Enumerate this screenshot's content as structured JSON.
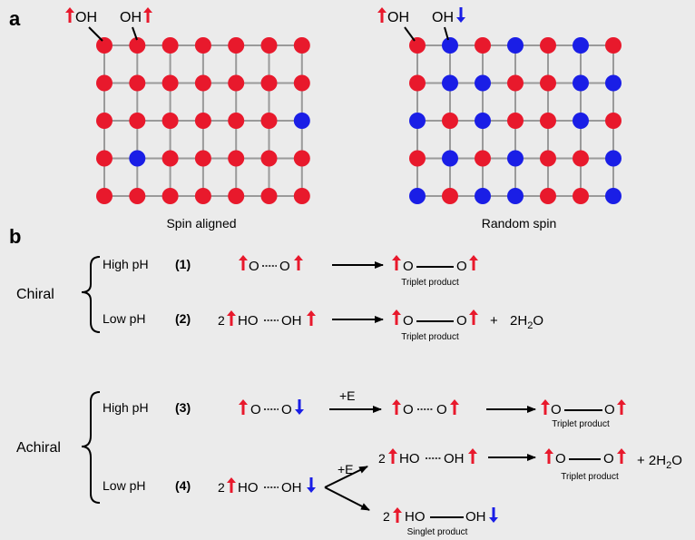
{
  "panel_a": {
    "label": "a",
    "left_lattice": {
      "caption": "Spin aligned",
      "oh_labels": [
        "OH",
        "OH"
      ],
      "oh_spins": [
        "up",
        "up"
      ],
      "rows": [
        [
          "red",
          "red",
          "red",
          "red",
          "red",
          "red",
          "red"
        ],
        [
          "red",
          "red",
          "red",
          "red",
          "red",
          "red",
          "red"
        ],
        [
          "red",
          "red",
          "red",
          "red",
          "red",
          "red",
          "blue"
        ],
        [
          "red",
          "blue",
          "red",
          "red",
          "red",
          "red",
          "red"
        ],
        [
          "red",
          "red",
          "red",
          "red",
          "red",
          "red",
          "red"
        ]
      ]
    },
    "right_lattice": {
      "caption": "Random spin",
      "oh_labels": [
        "OH",
        "OH"
      ],
      "oh_spins": [
        "up",
        "down"
      ],
      "rows": [
        [
          "red",
          "blue",
          "red",
          "blue",
          "red",
          "blue",
          "red"
        ],
        [
          "red",
          "blue",
          "blue",
          "red",
          "red",
          "blue",
          "blue"
        ],
        [
          "blue",
          "red",
          "blue",
          "red",
          "red",
          "blue",
          "red"
        ],
        [
          "red",
          "blue",
          "red",
          "blue",
          "red",
          "red",
          "blue"
        ],
        [
          "blue",
          "red",
          "blue",
          "blue",
          "red",
          "red",
          "blue"
        ]
      ]
    }
  },
  "panel_b": {
    "label": "b",
    "chiral": {
      "label": "Chiral",
      "high_ph": {
        "condition": "High pH",
        "number": "(1)",
        "reactant_left": "O",
        "reactant_right": "O",
        "product_left": "O",
        "product_right": "O",
        "product_caption": "Triplet product"
      },
      "low_ph": {
        "condition": "Low pH",
        "number": "(2)",
        "coeff": "2",
        "reactant_left": "HO",
        "reactant_right": "OH",
        "product_left": "O",
        "product_right": "O",
        "plus": "+",
        "water": "2H",
        "water_sub": "2",
        "water_end": "O",
        "product_caption": "Triplet product"
      }
    },
    "achiral": {
      "label": "Achiral",
      "high_ph": {
        "condition": "High pH",
        "number": "(3)",
        "reactant_left": "O",
        "reactant_right": "O",
        "energy": "+E",
        "inter_left": "O",
        "inter_right": "O",
        "product_left": "O",
        "product_right": "O",
        "product_caption": "Triplet product"
      },
      "low_ph": {
        "condition": "Low pH",
        "number": "(4)",
        "coeff": "2",
        "reactant_left": "HO",
        "reactant_right": "OH",
        "energy": "+E",
        "inter_coeff": "2",
        "inter_left": "HO",
        "inter_right": "OH",
        "product_left": "O",
        "product_right": "O",
        "plus_water": "+ 2H",
        "water_sub": "2",
        "water_end": "O",
        "product_caption": "Triplet product",
        "singlet_coeff": "2",
        "singlet_left": "HO",
        "singlet_right": "OH",
        "singlet_caption": "Singlet product"
      }
    }
  },
  "colors": {
    "red": "#e8192c",
    "blue": "#1a1ee6",
    "arrow": "#000000",
    "background": "#ebebeb"
  }
}
